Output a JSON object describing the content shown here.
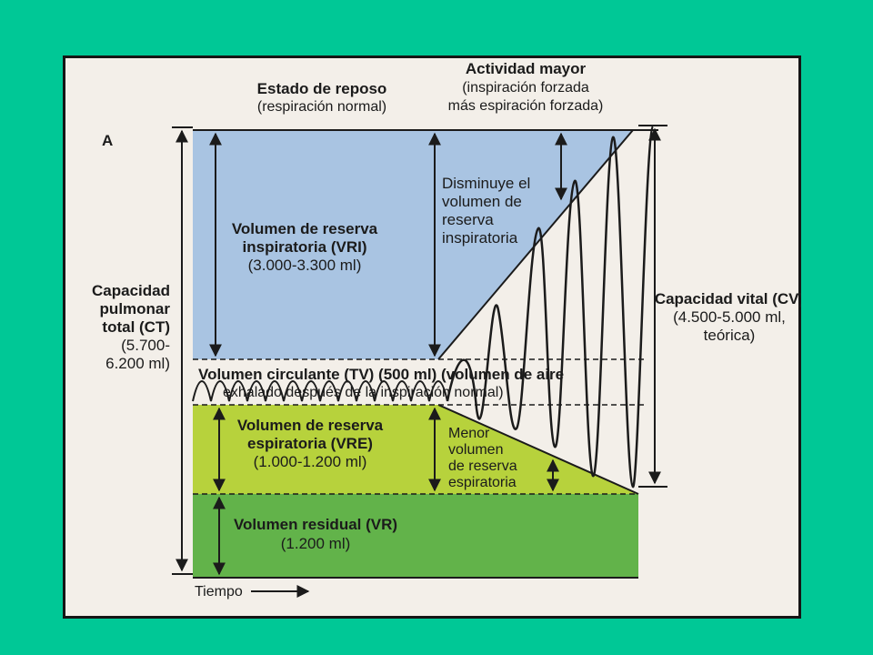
{
  "colors": {
    "background": "#00c896",
    "panel": "#f3efe9",
    "irv_blue": "#a9c4e2",
    "erv_yellow_green": "#b7d23c",
    "rv_green": "#62b34a",
    "text": "#1b1b1b"
  },
  "panel_letter": "A",
  "rest": {
    "title": "Estado de reposo",
    "subtitle": "(respiración normal)"
  },
  "activity": {
    "title": "Actividad mayor",
    "line1": "(inspiración forzada",
    "line2": "más espiración forzada)"
  },
  "irv": {
    "line1": "Volumen de reserva",
    "line2": "inspiratoria (VRI)",
    "range": "(3.000-3.300 ml)"
  },
  "irv_decrease": {
    "line1": "Disminuye el",
    "line2": "volumen de",
    "line3": "reserva",
    "line4": "inspiratoria"
  },
  "tidal": {
    "line1": "Volumen circulante (TV) (500 ml) (volumen de aire",
    "line2": "exhalado después de la inspiración normal)"
  },
  "erv": {
    "line1": "Volumen de reserva",
    "line2": "espiratoria (VRE)",
    "range": "(1.000-1.200 ml)"
  },
  "erv_decrease": {
    "line1": "Menor",
    "line2": "volumen",
    "line3": "de reserva",
    "line4": "espiratoria"
  },
  "rv": {
    "line1": "Volumen residual (VR)",
    "range": "(1.200 ml)"
  },
  "tlc": {
    "line1": "Capacidad",
    "line2": "pulmonar",
    "line3": "total (CT)",
    "line4": "(5.700-",
    "line5": "6.200 ml)"
  },
  "vc": {
    "line1": "Capacidad vital (CV)",
    "line2": "(4.500-5.000 ml,",
    "line3": "teórica)"
  },
  "time_label": "Tiempo"
}
